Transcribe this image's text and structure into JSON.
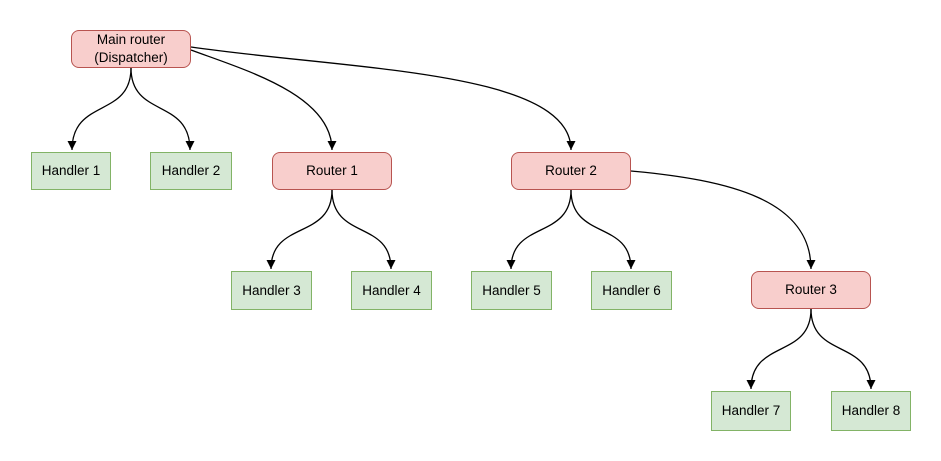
{
  "diagram": {
    "type": "tree-flowchart",
    "colors": {
      "router_fill": "#f8cecc",
      "router_border": "#b85450",
      "handler_fill": "#d5e8d4",
      "handler_border": "#82b366",
      "edge": "#000000",
      "background": "#ffffff",
      "text": "#000000"
    },
    "nodes": [
      {
        "id": "main",
        "type": "router",
        "label": "Main router (Dispatcher)"
      },
      {
        "id": "handler1",
        "type": "handler",
        "label": "Handler 1"
      },
      {
        "id": "handler2",
        "type": "handler",
        "label": "Handler 2"
      },
      {
        "id": "router1",
        "type": "router",
        "label": "Router 1"
      },
      {
        "id": "router2",
        "type": "router",
        "label": "Router 2"
      },
      {
        "id": "handler3",
        "type": "handler",
        "label": "Handler 3"
      },
      {
        "id": "handler4",
        "type": "handler",
        "label": "Handler 4"
      },
      {
        "id": "handler5",
        "type": "handler",
        "label": "Handler 5"
      },
      {
        "id": "handler6",
        "type": "handler",
        "label": "Handler 6"
      },
      {
        "id": "router3",
        "type": "router",
        "label": "Router 3"
      },
      {
        "id": "handler7",
        "type": "handler",
        "label": "Handler 7"
      },
      {
        "id": "handler8",
        "type": "handler",
        "label": "Handler 8"
      }
    ],
    "edges": [
      {
        "from": "main",
        "to": "handler1",
        "arrow": "to"
      },
      {
        "from": "main",
        "to": "handler2",
        "arrow": "to"
      },
      {
        "from": "main",
        "to": "router1",
        "arrow": "to"
      },
      {
        "from": "main",
        "to": "router2",
        "arrow": "to"
      },
      {
        "from": "router1",
        "to": "handler3",
        "arrow": "to"
      },
      {
        "from": "router1",
        "to": "handler4",
        "arrow": "to"
      },
      {
        "from": "router2",
        "to": "handler5",
        "arrow": "to"
      },
      {
        "from": "router2",
        "to": "handler6",
        "arrow": "to"
      },
      {
        "from": "router2",
        "to": "router3",
        "arrow": "to"
      },
      {
        "from": "router3",
        "to": "handler7",
        "arrow": "to"
      },
      {
        "from": "router3",
        "to": "handler8",
        "arrow": "to"
      }
    ]
  }
}
